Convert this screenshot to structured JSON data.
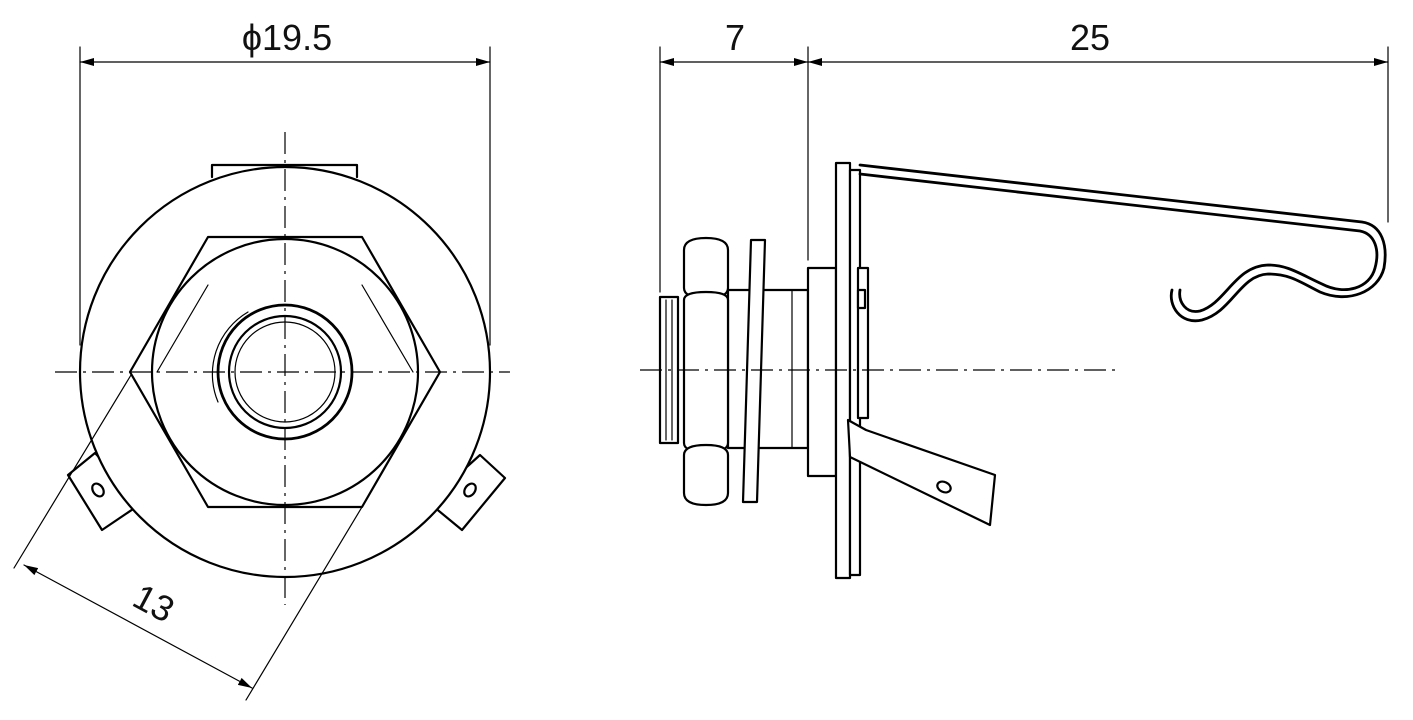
{
  "dimensions": {
    "front_diameter": "ϕ19.5",
    "side_depth": "7",
    "side_length": "25",
    "front_angled": "13"
  }
}
